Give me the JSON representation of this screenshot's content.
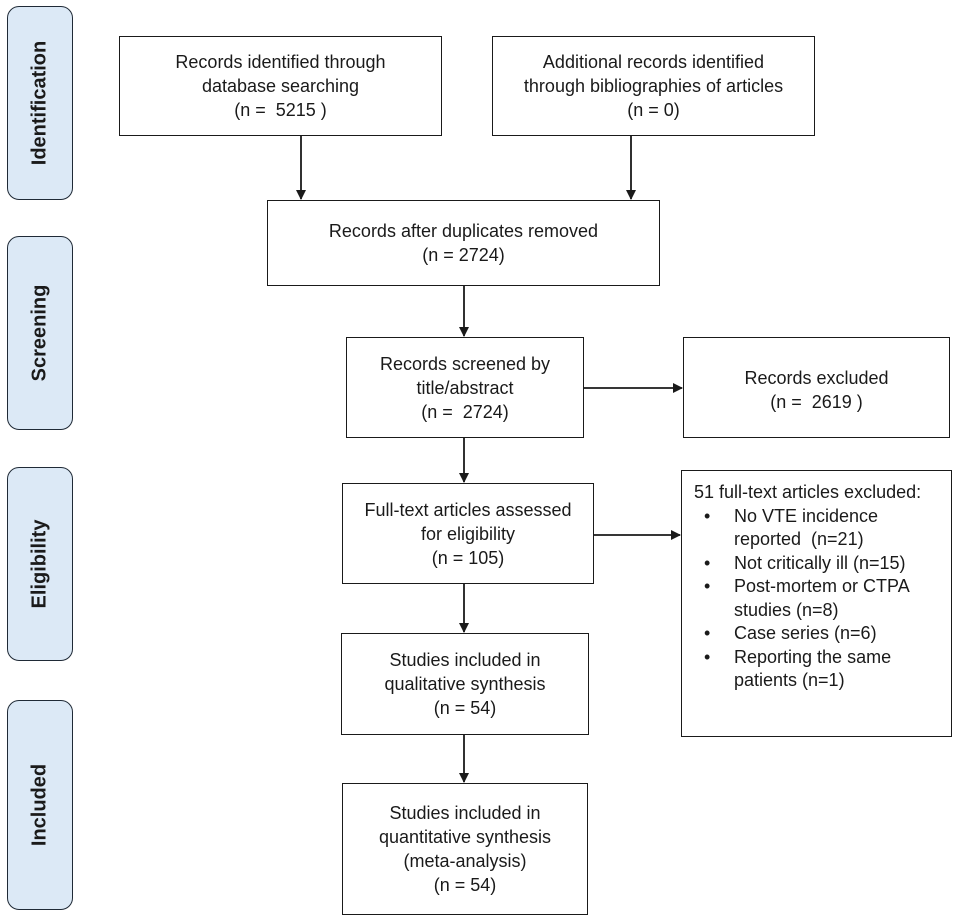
{
  "stages": {
    "identification": "Identification",
    "screening": "Screening",
    "eligibility": "Eligibility",
    "included": "Included"
  },
  "boxes": {
    "database": {
      "lines": [
        "Records identified through",
        "database searching",
        "(n =  5215 )"
      ]
    },
    "additional": {
      "lines": [
        "Additional records identified",
        "through bibliographies of articles",
        "(n = 0)"
      ]
    },
    "duplicates": {
      "lines": [
        "Records after duplicates removed",
        "(n = 2724)"
      ]
    },
    "screened": {
      "lines": [
        "Records screened by",
        "title/abstract",
        "(n =  2724)"
      ]
    },
    "excluded": {
      "lines": [
        "Records excluded",
        "(n =  2619 )"
      ]
    },
    "fulltext": {
      "lines": [
        "Full-text articles assessed",
        "for eligibility",
        "(n = 105)"
      ]
    },
    "qualitative": {
      "lines": [
        "Studies included in",
        "qualitative synthesis",
        "(n = 54)"
      ]
    },
    "quantitative": {
      "lines": [
        "Studies included in",
        "quantitative synthesis",
        "(meta-analysis)",
        "(n = 54)"
      ]
    }
  },
  "fulltext_excluded": {
    "header": "51 full-text articles excluded:",
    "bullet": "•",
    "items": [
      {
        "lines": [
          "No VTE incidence",
          "reported  (n=21)"
        ]
      },
      {
        "lines": [
          "Not critically ill (n=15)"
        ]
      },
      {
        "lines": [
          "Post-mortem or CTPA",
          "studies (n=8)"
        ]
      },
      {
        "lines": [
          "Case series (n=6)"
        ]
      },
      {
        "lines": [
          "Reporting the same",
          "patients (n=1)"
        ]
      }
    ]
  }
}
